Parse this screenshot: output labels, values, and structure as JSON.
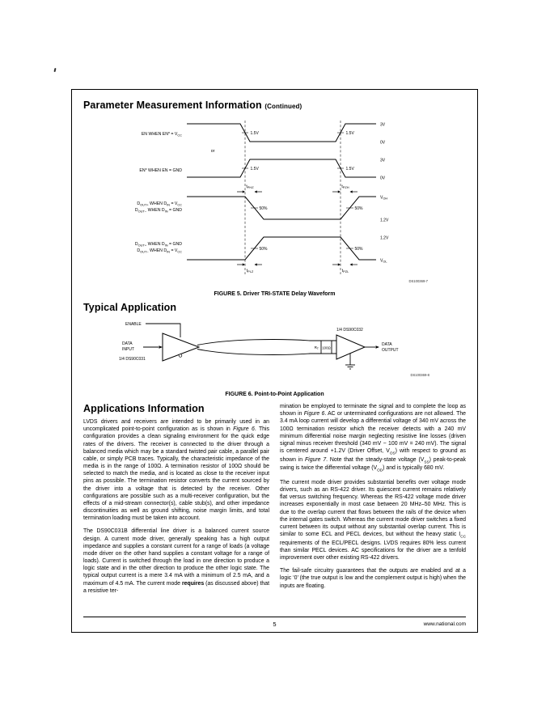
{
  "page": {
    "number": "5",
    "site": "www.national.com"
  },
  "headings": {
    "param": "Parameter Measurement Information",
    "param_cont": "(Continued)",
    "typical": "Typical Application",
    "apps": "Applications Information"
  },
  "fig5": {
    "caption": "FIGURE 5. Driver TRI-STATE Delay Waveform",
    "code": "DS100369-7",
    "labels": {
      "en_pre": "EN WHEN EN* = V",
      "sub_cc": "CC",
      "or": "or",
      "enb": "EN* WHEN EN = GND",
      "d": "D",
      "sub_outp": "OUT+",
      "sub_outm": "OUT−",
      "when_d": " WHEN D",
      "sub_in": "IN",
      "eq_v": " = V",
      "eq_gnd": " = GND",
      "v15": "1.5V",
      "p50": "50%",
      "t": "t",
      "sub_phz": "PHZ",
      "sub_pzh": "PZH",
      "sub_plz": "PLZ",
      "sub_pzl": "PZL",
      "v3": "3V",
      "v0": "0V",
      "v12": "1.2V",
      "v": "V",
      "sub_oh": "OH",
      "sub_ol": "OL"
    }
  },
  "fig6": {
    "caption": "FIGURE 6. Point-to-Point Application",
    "code": "DS100369-8",
    "labels": {
      "enable": "ENABLE",
      "data": "DATA",
      "input": "INPUT",
      "output": "OUTPUT",
      "driver": "1/4 DS90C031",
      "receiver": "1/4 DS90C032",
      "rt_pre": "R",
      "rt_sub": "T",
      "r_val": "100Ω"
    }
  },
  "apps": {
    "col1": [
      "LVDS drivers and receivers are intended to be primarily used in an uncomplicated point-to-point configuration as is shown in <i>Figure 6</i>. This configuration provides a clean signaling environment for the quick edge rates of the drivers. The receiver is connected to the driver through a balanced media which may be a standard twisted pair cable, a parallel pair cable, or simply PCB traces. Typically, the characteristic impedance of the media is in the range of 100Ω. A termination resistor of 100Ω should be selected to match the media, and is located as close to the receiver input pins as possible. The termination resistor converts the current sourced by the driver into a voltage that is detected by the receiver. Other configurations are possible such as a multi-receiver configuration, but the effects of a mid-stream connector(s), cable stub(s), and other impedance discontinuities as well as ground shifting, noise margin limits, and total termination loading must be taken into account.",
      "The DS90C031B differential line driver is a balanced current source design. A current mode driver, generally speaking has a high output impedance and supplies a constant current for a range of loads (a voltage mode driver on the other hand supplies a constant voltage for a range of loads). Current is switched through the load in one direction to produce a logic state and in the other direction to produce the other logic state. The typical output current is a mere 3.4 mA with a minimum of 2.5 mA, and a maximum of 4.5 mA. The current mode <b>requires</b> (as discussed above) that a resistive ter-"
    ],
    "col2": [
      "mination be employed to terminate the signal and to complete the loop as shown in <i>Figure 6</i>. AC or unterminated configurations are not allowed. The 3.4 mA loop current will develop a differential voltage of 340 mV across the 100Ω termination resistor which the receiver detects with a 240 mV minimum differential noise margin neglecting resistive line losses (driven signal minus receiver threshold (340 mV − 100 mV = 240 mV). The signal is centered around +1.2V (Driver Offset, V<sub>OS</sub>) with respect to ground as shown in <i>Figure 7</i>. Note that the steady-state voltage (V<sub>SS</sub>) peak-to-peak swing is twice the differential voltage (V<sub>OD</sub>) and is typically 680 mV.",
      "The current mode driver provides substantial benefits over voltage mode drivers, such as an RS-422 driver. Its quiescent current remains relatively flat versus switching frequency. Whereas the RS-422 voltage mode driver increases exponentially in most case between 20 MHz–50 MHz. This is due to the overlap current that flows between the rails of the device when the internal gates switch. Whereas the current mode driver switches a fixed current between its output without any substantial overlap current. This is similar to some ECL and PECL devices, but without the heavy static I<sub>CC</sub> requirements of the ECL/PECL designs. LVDS requires 80% less current than similar PECL devices. AC specifications for the driver are a tenfold improvement over other existing RS-422 drivers.",
      "The fail-safe circuitry guarantees that the outputs are enabled and at a logic ‘0’ (the true output is low and the complement output is high) when the inputs are floating."
    ]
  }
}
